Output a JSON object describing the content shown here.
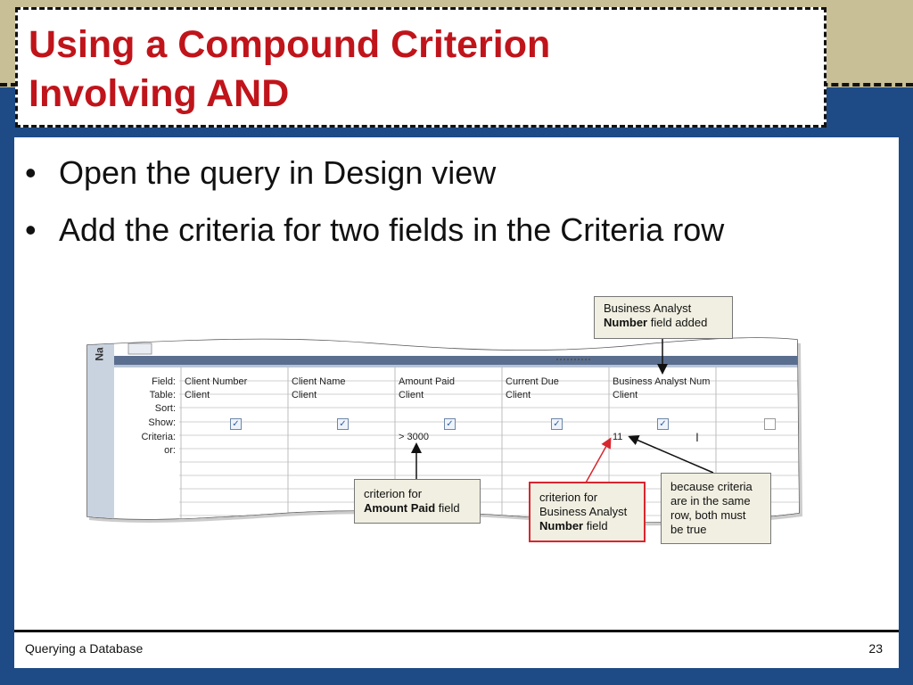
{
  "slide": {
    "title_line1": "Using a Compound Criterion",
    "title_line2": "Involving AND",
    "bullets": [
      "Open the query in Design view",
      "Add the criteria for two fields in the Criteria row"
    ],
    "footer_left": "Querying a Database",
    "page_number": "23"
  },
  "grid": {
    "row_labels": [
      "Field:",
      "Table:",
      "Sort:",
      "Show:",
      "Criteria:",
      "or:"
    ],
    "columns": [
      {
        "field": "Client Number",
        "table": "Client",
        "show": true,
        "criteria": ""
      },
      {
        "field": "Client Name",
        "table": "Client",
        "show": true,
        "criteria": ""
      },
      {
        "field": "Amount Paid",
        "table": "Client",
        "show": true,
        "criteria": "> 3000"
      },
      {
        "field": "Current Due",
        "table": "Client",
        "show": true,
        "criteria": ""
      },
      {
        "field": "Business Analyst Num",
        "table": "Client",
        "show": true,
        "criteria": "11"
      },
      {
        "field": "",
        "table": "",
        "show": false,
        "criteria": ""
      }
    ],
    "side_label": "Na"
  },
  "callouts": {
    "top_line1": "Business Analyst",
    "top_bold": "Number",
    "top_rest": " field added",
    "amount_line1": "criterion for",
    "amount_bold": "Amount Paid",
    "amount_rest": " field",
    "ba_line1": "criterion for",
    "ba_line2": "Business Analyst",
    "ba_bold": "Number",
    "ba_rest": " field",
    "because_line1": "because criteria",
    "because_line2": "are in the same",
    "because_line3": "row, both must",
    "because_line4": "be true"
  },
  "colors": {
    "title_red": "#c0141b",
    "background_blue": "#1e4b86",
    "band_tan": "#c8bf97",
    "callout_fill": "#f1efe1",
    "callout_red_border": "#d8262f"
  }
}
